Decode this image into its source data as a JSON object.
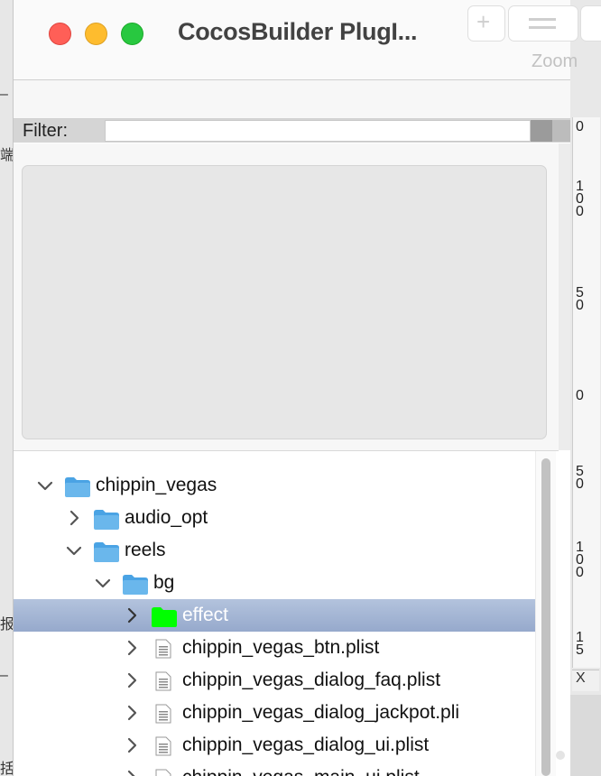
{
  "window": {
    "title": "CocosBuilder PlugI...",
    "toolbar": {
      "zoom_label": "Zoom"
    }
  },
  "filter": {
    "label": "Filter:",
    "value": ""
  },
  "tree": {
    "rows": [
      {
        "label": "chippin_vegas",
        "depth": 0,
        "type": "folder",
        "expanded": true,
        "selected": false
      },
      {
        "label": "audio_opt",
        "depth": 1,
        "type": "folder",
        "expanded": false,
        "selected": false
      },
      {
        "label": "reels",
        "depth": 1,
        "type": "folder",
        "expanded": true,
        "selected": false
      },
      {
        "label": "bg",
        "depth": 2,
        "type": "folder",
        "expanded": true,
        "selected": false
      },
      {
        "label": "effect",
        "depth": 3,
        "type": "folder",
        "expanded": false,
        "selected": true
      },
      {
        "label": "chippin_vegas_btn.plist",
        "depth": 3,
        "type": "file",
        "expanded": false,
        "selected": false
      },
      {
        "label": "chippin_vegas_dialog_faq.plist",
        "depth": 3,
        "type": "file",
        "expanded": false,
        "selected": false
      },
      {
        "label": "chippin_vegas_dialog_jackpot.pli",
        "depth": 3,
        "type": "file",
        "expanded": false,
        "selected": false
      },
      {
        "label": "chippin_vegas_dialog_ui.plist",
        "depth": 3,
        "type": "file",
        "expanded": false,
        "selected": false
      },
      {
        "label": "chippin_vegas_main_ui.plist",
        "depth": 3,
        "type": "file",
        "expanded": false,
        "selected": false
      }
    ]
  },
  "background": {
    "left_glyphs": [
      "–",
      "端",
      "报",
      "–",
      "括"
    ],
    "ruler_labels": [
      "0",
      "1\n0\n0",
      "5\n0",
      "0",
      "5\n0",
      "1\n0\n0",
      "1\n5"
    ],
    "x_label": "X"
  },
  "colors": {
    "selected_row_top": "#b3c3dd",
    "selected_row_bottom": "#96a9cc",
    "folder_blue": "#6ab7ec",
    "folder_selected": "#00ff00"
  }
}
